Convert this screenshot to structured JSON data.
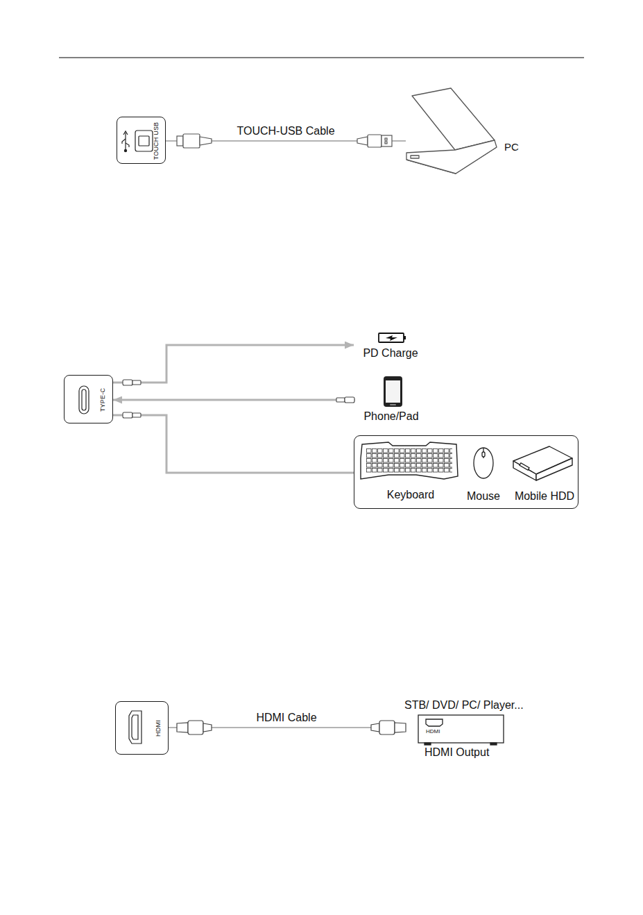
{
  "diagram": {
    "nodes": [
      {
        "text": [
          "TOUCH USB"
        ]
      },
      {
        "text": [
          "PC"
        ]
      },
      {
        "text": [
          "TYPE-C"
        ]
      },
      {
        "text": [
          "PD Charge"
        ]
      },
      {
        "text": [
          "Phone/Pad"
        ]
      },
      {
        "text": [
          "Keyboard",
          "Mouse",
          "Mobile HDD"
        ]
      },
      {
        "text": [
          "HDMI"
        ]
      },
      {
        "text": [
          "STB/ DVD/ PC/ Player...",
          "HDMI",
          "HDMI Output"
        ]
      }
    ],
    "edges": [
      {
        "from": 0,
        "to": 1,
        "arrow": "none",
        "label": "TOUCH-USB Cable"
      },
      {
        "from": 2,
        "to": 3,
        "arrow": "to"
      },
      {
        "from": 4,
        "to": 2,
        "arrow": "to"
      },
      {
        "from": 2,
        "to": 5,
        "arrow": "none"
      },
      {
        "from": 6,
        "to": 7,
        "arrow": "none",
        "label": "HDMI Cable"
      }
    ]
  }
}
